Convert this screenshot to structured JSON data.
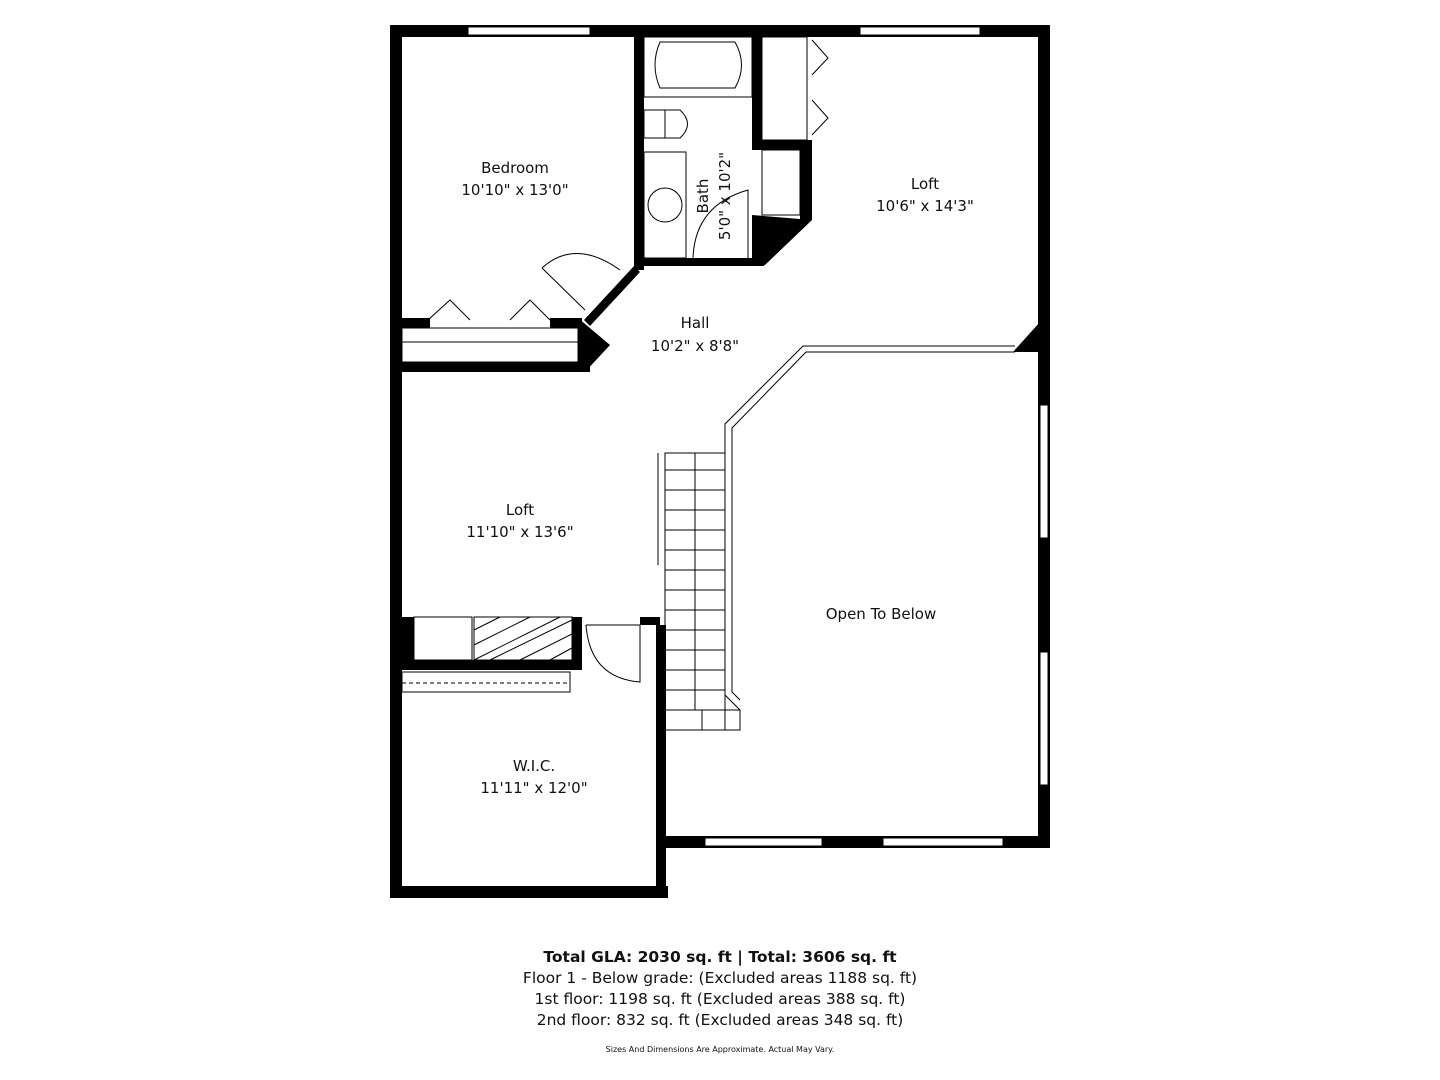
{
  "rooms": {
    "bedroom": {
      "name": "Bedroom",
      "size": "10'10\" x 13'0\""
    },
    "bath": {
      "name": "Bath",
      "size": "5'0\" x 10'2\""
    },
    "loft_upper": {
      "name": "Loft",
      "size": "10'6\" x 14'3\""
    },
    "hall": {
      "name": "Hall",
      "size": "10'2\" x 8'8\""
    },
    "loft_lower": {
      "name": "Loft",
      "size": "11'10\" x 13'6\""
    },
    "open_to_below": {
      "name": "Open To Below"
    },
    "wic": {
      "name": "W.I.C.",
      "size": "11'11\" x 12'0\""
    }
  },
  "summary": {
    "total": "Total GLA: 2030 sq. ft | Total: 3606 sq. ft",
    "floor_below": "Floor 1 - Below grade: (Excluded areas 1188 sq. ft)",
    "floor_1": "1st floor: 1198 sq. ft (Excluded areas 388 sq. ft)",
    "floor_2": "2nd floor: 832 sq. ft (Excluded areas 348 sq. ft)",
    "disclaimer": "Sizes And Dimensions Are Approximate. Actual May Vary."
  },
  "colors": {
    "wall": "#000000",
    "background": "#ffffff"
  }
}
